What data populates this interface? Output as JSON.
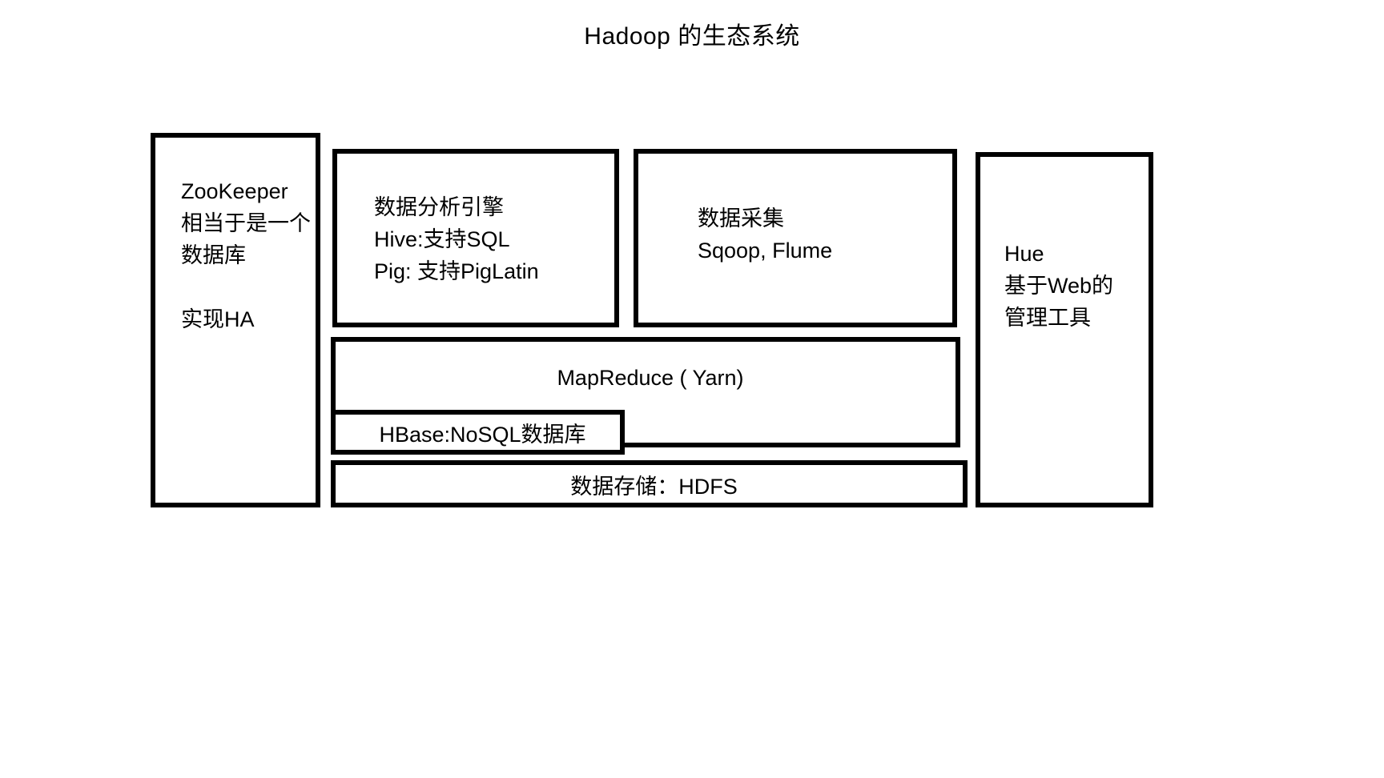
{
  "diagram": {
    "title": "Hadoop 的生态系统",
    "background_color": "#ffffff",
    "stroke_color": "#000000",
    "text_color": "#000000",
    "boxes": {
      "zookeeper": {
        "label": "ZooKeeper\n相当于是一个\n数据库\n\n实现HA"
      },
      "analysis_engine": {
        "label": "数据分析引擎\nHive:支持SQL\nPig: 支持PigLatin"
      },
      "data_collection": {
        "label": "数据采集\nSqoop, Flume"
      },
      "hue": {
        "label": "Hue\n基于Web的\n管理工具"
      },
      "mapreduce": {
        "label": "MapReduce ( Yarn)"
      },
      "hbase": {
        "label": "HBase:NoSQL数据库"
      },
      "hdfs": {
        "label": "数据存储：HDFS"
      }
    }
  }
}
